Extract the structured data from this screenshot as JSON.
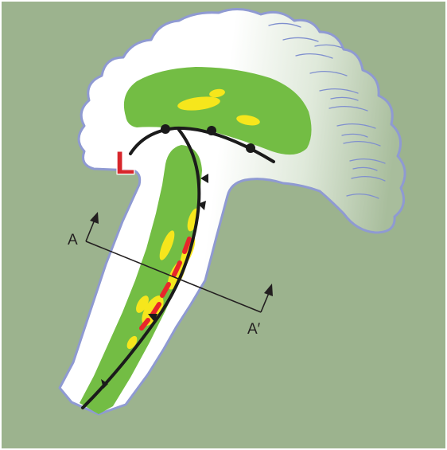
{
  "diagram": {
    "low_label": "L",
    "section_start_label": "A",
    "section_end_label": "A′",
    "colors": {
      "background": "#9cb38e",
      "cloud": "#ffffff",
      "cloud_edge": "#8f9ad2",
      "precip_light": "#73bd44",
      "precip_moderate": "#f6e61c",
      "precip_heavy": "#e8262b",
      "front_line": "#1b1b1b",
      "low_marker": "#d7262b"
    }
  }
}
